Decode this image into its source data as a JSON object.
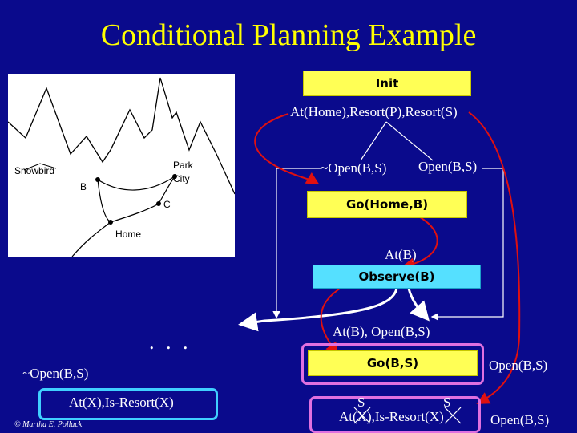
{
  "title": "Conditional Planning Example",
  "init_label": "Init",
  "init_state": "At(Home),Resort(P),Resort(S)",
  "branch_not_open": "~Open(B,S)",
  "branch_open": "Open(B,S)",
  "step_go_home_b": "Go(Home,B)",
  "at_b": "At(B)",
  "step_observe": "Observe(B)",
  "at_b_open": "At(B), Open(B,S)",
  "step_go_b_s": "Go(B,S)",
  "right_open_1": "Open(B,S)",
  "right_open_2": "Open(B,S)",
  "left_not_open": "~Open(B,S)",
  "left_goal": "At(X),Is-Resort(X)",
  "bottom_goal": "At(X),Is-Resort(X)",
  "bottom_s_left": "S",
  "bottom_s_right": "S",
  "ellipsis": ". . .",
  "copyright": "© Martha E. Pollack",
  "map": {
    "snowbird": "Snowbird",
    "park": "Park",
    "city": "City",
    "b": "B",
    "c": "C",
    "home": "Home"
  },
  "colors": {
    "background": "#0a0a8c",
    "title": "#ffff00",
    "yellow_box": "#ffff55",
    "cyan_box": "#55e0ff",
    "red_arrow": "#e01010",
    "pink_border": "#e070e0",
    "cyan_border": "#40d0ff"
  }
}
